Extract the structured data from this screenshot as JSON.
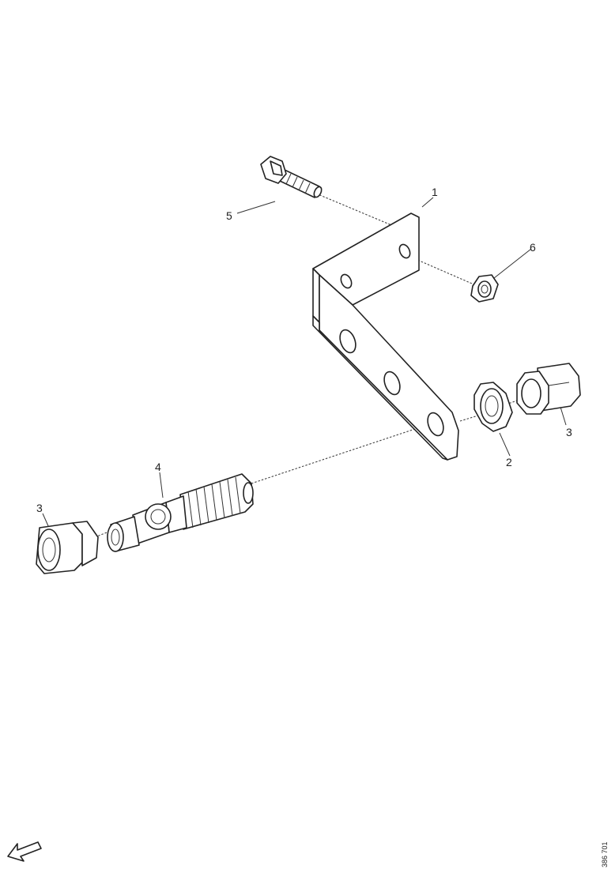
{
  "labels": {
    "bracket": "1",
    "lock_nut": "2",
    "cap_nut_right": "3",
    "cap_nut_left": "3",
    "ball_joint": "4",
    "bolt": "5",
    "flange_nut": "6"
  },
  "drawing_code": "386 701",
  "orientation_arrow_icon": "arrow-lower-left-icon"
}
